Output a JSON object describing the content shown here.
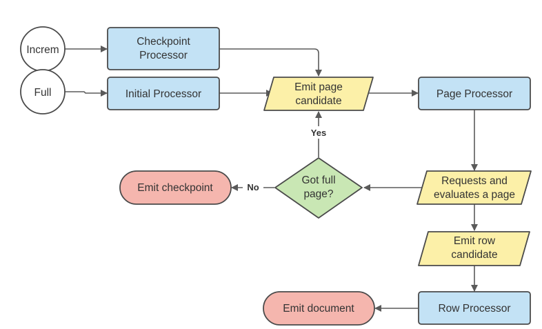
{
  "colors": {
    "process_fill": "#c3e2f5",
    "process_stroke": "#4a4a4a",
    "io_fill": "#fcf0a8",
    "decision_fill": "#c9e7b4",
    "terminal_fill": "#f5b6ae",
    "circle_fill": "#ffffff",
    "edge": "#5a5a5a"
  },
  "nodes": {
    "increm": {
      "label": "Increm"
    },
    "full": {
      "label": "Full"
    },
    "checkpoint_processor": {
      "line1": "Checkpoint",
      "line2": "Processor"
    },
    "initial_processor": {
      "label": "Initial Processor"
    },
    "emit_page_candidate": {
      "line1": "Emit page",
      "line2": "candidate"
    },
    "page_processor": {
      "label": "Page Processor"
    },
    "requests_evaluates": {
      "line1": "Requests and",
      "line2": "evaluates a page"
    },
    "got_full_page": {
      "line1": "Got full",
      "line2": "page?"
    },
    "emit_checkpoint": {
      "label": "Emit checkpoint"
    },
    "emit_row_candidate": {
      "line1": "Emit row",
      "line2": "candidate"
    },
    "row_processor": {
      "label": "Row Processor"
    },
    "emit_document": {
      "label": "Emit document"
    }
  },
  "edges": {
    "yes_label": "Yes",
    "no_label": "No"
  }
}
